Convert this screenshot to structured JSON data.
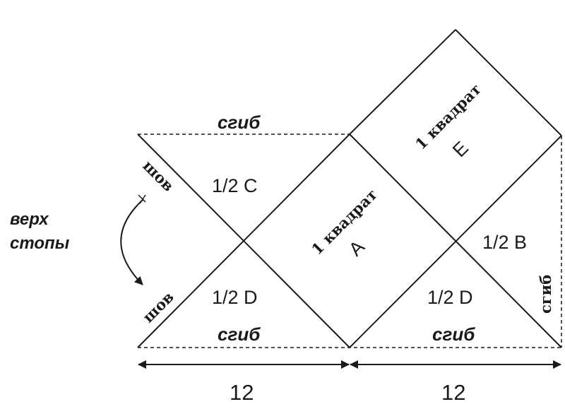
{
  "labels": {
    "fold": "сгиб",
    "seam": "шов",
    "square": "1 квадрат",
    "half_c": "1/2 C",
    "half_d": "1/2 D",
    "half_b": "1/2 B",
    "letter_a": "A",
    "letter_e": "E",
    "top_line1": "верх",
    "top_line2": "стопы",
    "dim_left": "12",
    "dim_right": "12"
  },
  "colors": {
    "line": "#1a1a1a",
    "background": "#ffffff"
  }
}
